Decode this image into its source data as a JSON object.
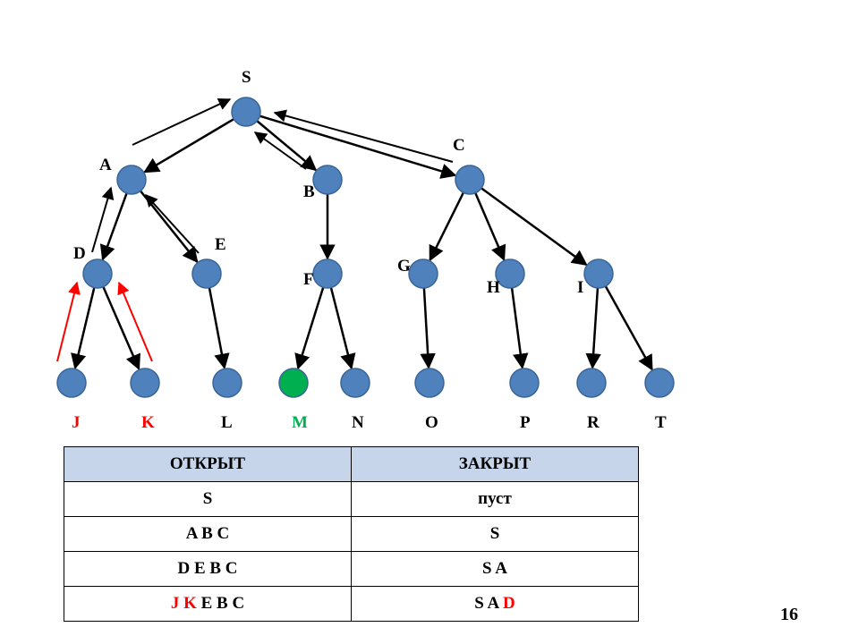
{
  "colors": {
    "node_fill": "#4f81bd",
    "node_stroke": "#3a6597",
    "goal_fill": "#00b050",
    "highlight_red": "#ff0000",
    "highlight_green": "#00b050",
    "header_bg": "#c6d5ea"
  },
  "tree": {
    "nodes": [
      {
        "id": "S",
        "label": "S"
      },
      {
        "id": "A",
        "label": "A"
      },
      {
        "id": "B",
        "label": "B"
      },
      {
        "id": "C",
        "label": "C"
      },
      {
        "id": "D",
        "label": "D"
      },
      {
        "id": "E",
        "label": "E"
      },
      {
        "id": "F",
        "label": "F"
      },
      {
        "id": "G",
        "label": "G"
      },
      {
        "id": "H",
        "label": "H"
      },
      {
        "id": "I",
        "label": "I"
      },
      {
        "id": "J",
        "label": "J",
        "label_color": "red"
      },
      {
        "id": "K",
        "label": "K",
        "label_color": "red"
      },
      {
        "id": "L",
        "label": "L"
      },
      {
        "id": "M",
        "label": "M",
        "label_color": "green",
        "goal": true
      },
      {
        "id": "N",
        "label": "N"
      },
      {
        "id": "O",
        "label": "O"
      },
      {
        "id": "P",
        "label": "P"
      },
      {
        "id": "R",
        "label": "R"
      },
      {
        "id": "T",
        "label": "T"
      }
    ],
    "edges": [
      [
        "S",
        "A"
      ],
      [
        "S",
        "B"
      ],
      [
        "S",
        "C"
      ],
      [
        "A",
        "D"
      ],
      [
        "A",
        "E"
      ],
      [
        "B",
        "F"
      ],
      [
        "C",
        "G"
      ],
      [
        "C",
        "H"
      ],
      [
        "C",
        "I"
      ],
      [
        "D",
        "J"
      ],
      [
        "D",
        "K"
      ],
      [
        "E",
        "L"
      ],
      [
        "F",
        "M"
      ],
      [
        "F",
        "N"
      ],
      [
        "G",
        "O"
      ],
      [
        "H",
        "P"
      ],
      [
        "I",
        "R"
      ],
      [
        "I",
        "T"
      ]
    ]
  },
  "table": {
    "headers": [
      "ОТКРЫТ",
      "ЗАКРЫТ"
    ],
    "rows": [
      [
        [
          {
            "t": "S"
          }
        ],
        [
          {
            "t": "пуст"
          }
        ]
      ],
      [
        [
          {
            "t": "A B C"
          }
        ],
        [
          {
            "t": "S"
          }
        ]
      ],
      [
        [
          {
            "t": "D E B C"
          }
        ],
        [
          {
            "t": "S A"
          }
        ]
      ],
      [
        [
          {
            "t": "J",
            "c": "red"
          },
          {
            "t": " "
          },
          {
            "t": "K",
            "c": "red"
          },
          {
            "t": " E B C"
          }
        ],
        [
          {
            "t": "S A "
          },
          {
            "t": "D",
            "c": "red"
          }
        ]
      ]
    ]
  },
  "page_number": "16"
}
